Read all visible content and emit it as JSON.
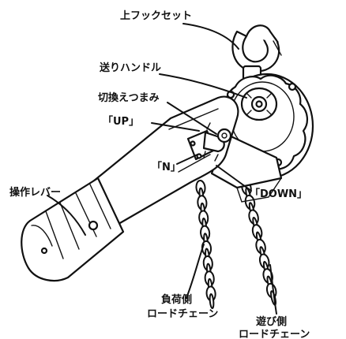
{
  "labels": {
    "upper_hook": "上フックセット",
    "feed_handle": "送りハンドル",
    "switch_knob": "切換えつまみ",
    "pos_up": "「UP」",
    "pos_n": "「N」",
    "pos_down": "「DOWN」",
    "lever": "操作レバー",
    "load_chain_line1": "負荷側",
    "load_chain_line2": "ロードチェーン",
    "slack_chain_line1": "遊び側",
    "slack_chain_line2": "ロードチェーン"
  }
}
